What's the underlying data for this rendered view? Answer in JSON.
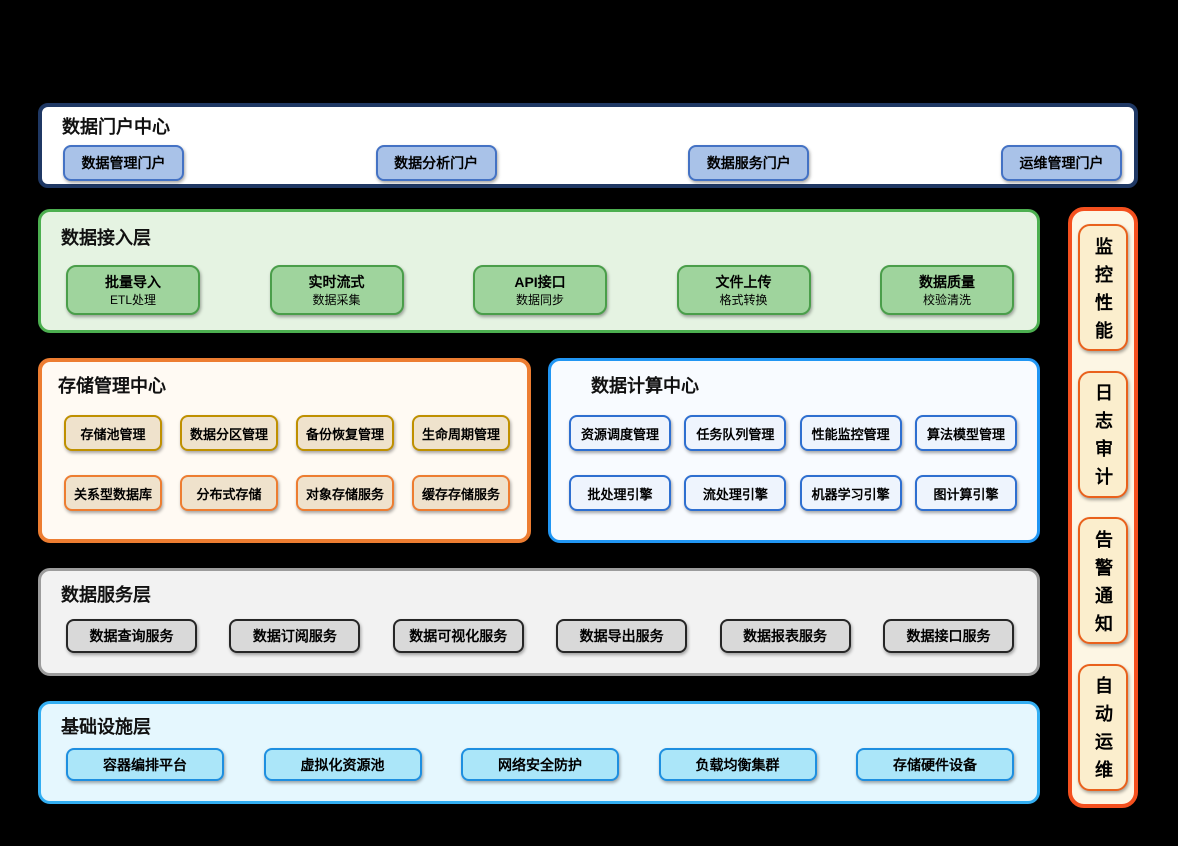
{
  "palette": {
    "page-bg": "#000000",
    "portal-bg": "#ffffff",
    "portal-border": "#1f3864",
    "portal-btn-bg": "#a9c2e8",
    "portal-btn-border": "#4472c4",
    "access-bg": "#e5f3e2",
    "access-border": "#4caf50",
    "access-btn-bg": "#9fd49d",
    "access-btn-border": "#4a9e4a",
    "storage-bg": "#fffaf3",
    "storage-border": "#ed7d31",
    "storage-btn-bg": "#efe2cc",
    "storage-btn1-border": "#bf9000",
    "storage-btn2-border": "#ed7d31",
    "compute-bg": "#f8fbff",
    "compute-border": "#2196f3",
    "compute-btn-bg": "#eef4fd",
    "compute-btn-border": "#2e6fd0",
    "services-bg": "#f2f2f2",
    "services-border": "#9c9c9c",
    "services-btn-bg": "#d9d9d9",
    "services-btn-border": "#262626",
    "infra-bg": "#e5f7fe",
    "infra-border": "#33aef2",
    "infra-btn-bg": "#abe6f9",
    "infra-btn-border": "#1e8fe0",
    "ops-bg": "#fdf6e4",
    "ops-border": "#f4501e",
    "ops-btn-bg": "#fbeecd",
    "ops-btn-border": "#e9611c"
  },
  "portal": {
    "title": "数据门户中心",
    "items": [
      "数据管理门户",
      "数据分析门户",
      "数据服务门户",
      "运维管理门户"
    ]
  },
  "access": {
    "title": "数据接入层",
    "items": [
      {
        "title": "批量导入",
        "subtitle": "ETL处理"
      },
      {
        "title": "实时流式",
        "subtitle": "数据采集"
      },
      {
        "title": "API接口",
        "subtitle": "数据同步"
      },
      {
        "title": "文件上传",
        "subtitle": "格式转换"
      },
      {
        "title": "数据质量",
        "subtitle": "校验清洗"
      }
    ]
  },
  "storage": {
    "title": "存储管理中心",
    "row1": [
      "存储池管理",
      "数据分区管理",
      "备份恢复管理",
      "生命周期管理"
    ],
    "row2": [
      "关系型数据库",
      "分布式存储",
      "对象存储服务",
      "缓存存储服务"
    ]
  },
  "compute": {
    "title": "数据计算中心",
    "row1": [
      "资源调度管理",
      "任务队列管理",
      "性能监控管理",
      "算法模型管理"
    ],
    "row2": [
      "批处理引擎",
      "流处理引擎",
      "机器学习引擎",
      "图计算引擎"
    ]
  },
  "services": {
    "title": "数据服务层",
    "items": [
      "数据查询服务",
      "数据订阅服务",
      "数据可视化服务",
      "数据导出服务",
      "数据报表服务",
      "数据接口服务"
    ]
  },
  "infra": {
    "title": "基础设施层",
    "items": [
      "容器编排平台",
      "虚拟化资源池",
      "网络安全防护",
      "负载均衡集群",
      "存储硬件设备"
    ]
  },
  "ops": {
    "items": [
      "监控性能",
      "日志审计",
      "告警通知",
      "自动运维"
    ]
  }
}
